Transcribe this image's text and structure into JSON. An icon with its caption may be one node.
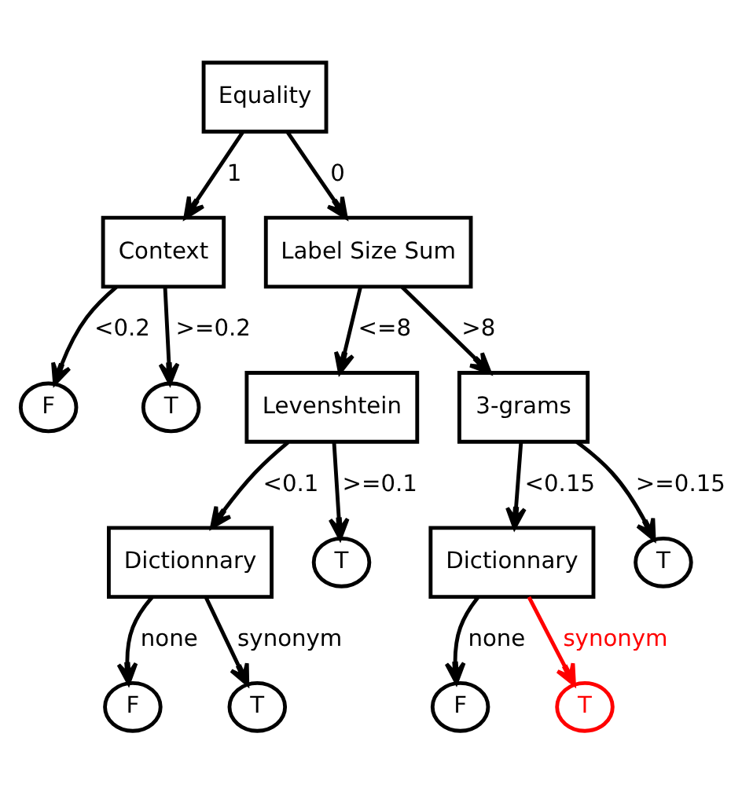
{
  "diagram": {
    "nodes": [
      {
        "text": [
          "Equality"
        ]
      },
      {
        "text": [
          "Context"
        ]
      },
      {
        "text": [
          "Label Size Sum"
        ]
      },
      {
        "text": [
          "F"
        ]
      },
      {
        "text": [
          "T"
        ]
      },
      {
        "text": [
          "Levenshtein"
        ]
      },
      {
        "text": [
          "3-grams"
        ]
      },
      {
        "text": [
          "Dictionnary"
        ]
      },
      {
        "text": [
          "T"
        ]
      },
      {
        "text": [
          "Dictionnary"
        ]
      },
      {
        "text": [
          "T"
        ]
      },
      {
        "text": [
          "F"
        ]
      },
      {
        "text": [
          "T"
        ]
      },
      {
        "text": [
          "F"
        ]
      },
      {
        "text": [
          "T"
        ]
      }
    ],
    "edges": [
      {
        "from": 0,
        "to": 1,
        "arrow": "to",
        "label": "1"
      },
      {
        "from": 0,
        "to": 2,
        "arrow": "to",
        "label": "0"
      },
      {
        "from": 1,
        "to": 3,
        "arrow": "to",
        "label": "<0.2"
      },
      {
        "from": 1,
        "to": 4,
        "arrow": "to",
        "label": ">=0.2"
      },
      {
        "from": 2,
        "to": 5,
        "arrow": "to",
        "label": "<=8"
      },
      {
        "from": 2,
        "to": 6,
        "arrow": "to",
        "label": ">8"
      },
      {
        "from": 5,
        "to": 7,
        "arrow": "to",
        "label": "<0.1"
      },
      {
        "from": 5,
        "to": 8,
        "arrow": "to",
        "label": ">=0.1"
      },
      {
        "from": 6,
        "to": 9,
        "arrow": "to",
        "label": "<0.15"
      },
      {
        "from": 6,
        "to": 10,
        "arrow": "to",
        "label": ">=0.15"
      },
      {
        "from": 7,
        "to": 11,
        "arrow": "to",
        "label": "none"
      },
      {
        "from": 7,
        "to": 12,
        "arrow": "to",
        "label": "synonym"
      },
      {
        "from": 9,
        "to": 13,
        "arrow": "to",
        "label": "none"
      },
      {
        "from": 9,
        "to": 14,
        "arrow": "to",
        "label": "synonym",
        "color": "#ff0000"
      }
    ]
  }
}
